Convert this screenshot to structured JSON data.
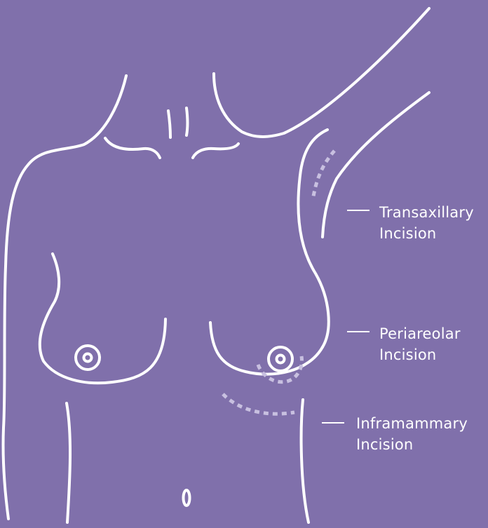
{
  "diagram": {
    "colors": {
      "background": "#8070ab",
      "line": "#ffffff",
      "incision": "#c8c0e0"
    },
    "labels": {
      "transaxillary": {
        "line1": "Transaxillary",
        "line2": "Incision"
      },
      "periareolar": {
        "line1": "Periareolar",
        "line2": "Incision"
      },
      "inframammary": {
        "line1": "Inframammary",
        "line2": "Incision"
      }
    }
  }
}
